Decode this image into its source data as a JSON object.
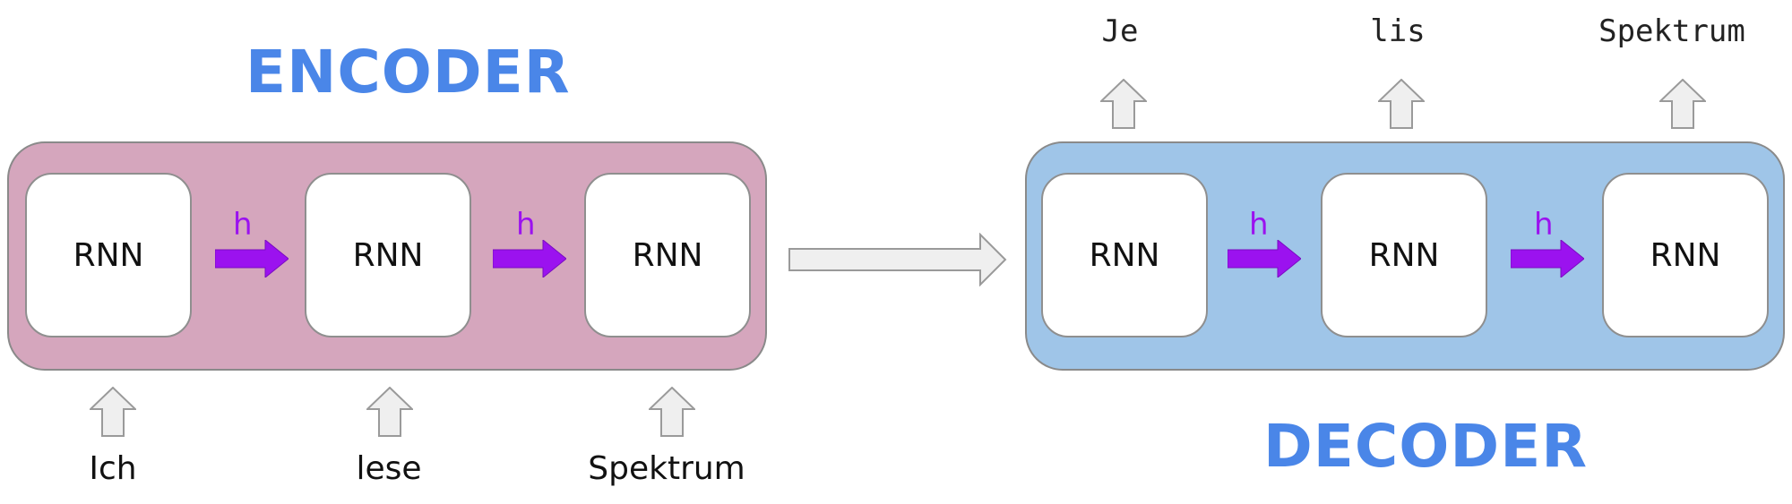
{
  "encoder": {
    "title": "ENCODER",
    "cells": [
      "RNN",
      "RNN",
      "RNN"
    ],
    "hidden_labels": [
      "h",
      "h"
    ],
    "inputs": [
      "Ich",
      "lese",
      "Spektrum"
    ]
  },
  "decoder": {
    "title": "DECODER",
    "cells": [
      "RNN",
      "RNN",
      "RNN"
    ],
    "hidden_labels": [
      "h",
      "h"
    ],
    "outputs": [
      "Je",
      "lis",
      "Spektrum"
    ]
  },
  "colors": {
    "title": "#4a86e8",
    "encoder_panel": "#d5a6bd",
    "decoder_panel": "#9fc5e8",
    "hidden_arrow": "#9b12ef",
    "io_arrow": "#efefef"
  }
}
